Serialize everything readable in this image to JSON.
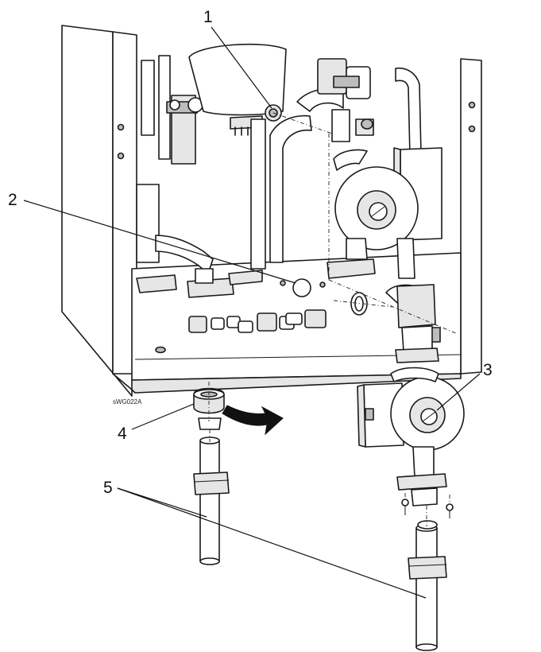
{
  "figure": {
    "code": "sWG022A",
    "callouts": [
      {
        "id": "1",
        "label": "1"
      },
      {
        "id": "2",
        "label": "2"
      },
      {
        "id": "3",
        "label": "3"
      },
      {
        "id": "4",
        "label": "4"
      },
      {
        "id": "5",
        "label": "5"
      }
    ]
  },
  "colors": {
    "ink": "#1a1a1a",
    "shade": "#e6e6e6",
    "dark": "#bdbdbd",
    "arrow": "#111111"
  }
}
